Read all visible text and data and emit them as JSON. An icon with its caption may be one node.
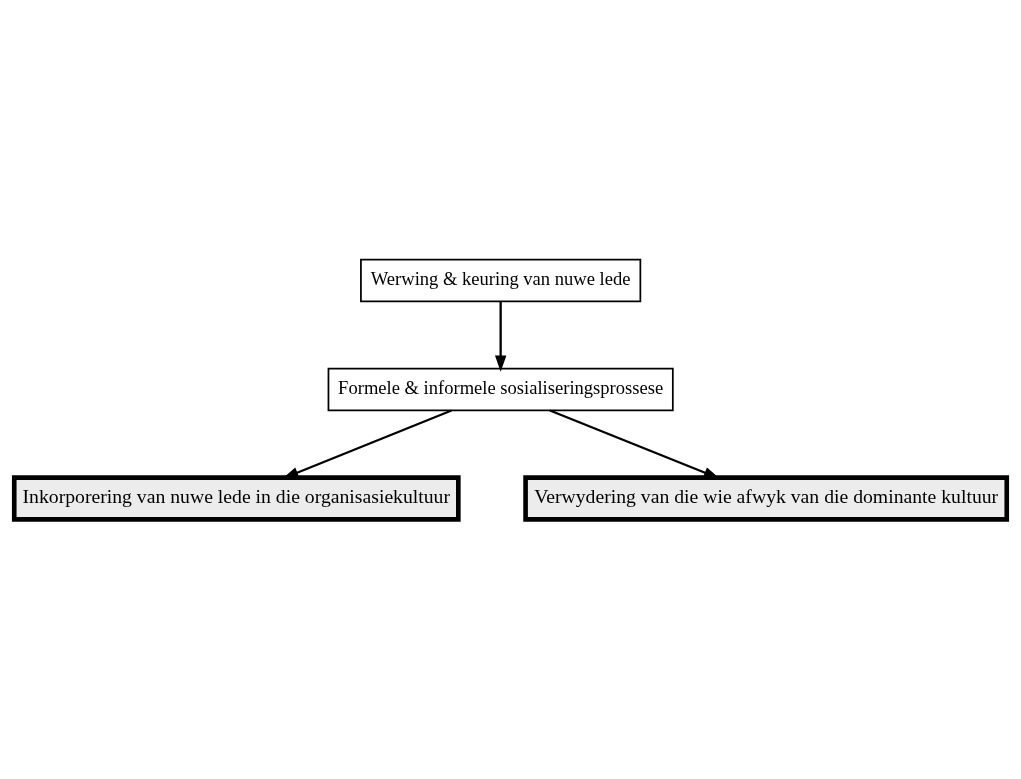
{
  "diagram": {
    "nodes": [
      {
        "text": [
          "Werwing & keuring van nuwe lede"
        ]
      },
      {
        "text": [
          "Formele & informele sosialiseringsprossese"
        ]
      },
      {
        "text": [
          "Inkorporering van nuwe lede in die organisasiekultuur"
        ]
      },
      {
        "text": [
          "Verwydering van die wie afwyk van die dominante kultuur"
        ]
      }
    ],
    "edges": [
      {
        "from": 0,
        "to": 1,
        "arrow": "to"
      },
      {
        "from": 1,
        "to": 2,
        "arrow": "to"
      },
      {
        "from": 1,
        "to": 3,
        "arrow": "to"
      }
    ]
  }
}
